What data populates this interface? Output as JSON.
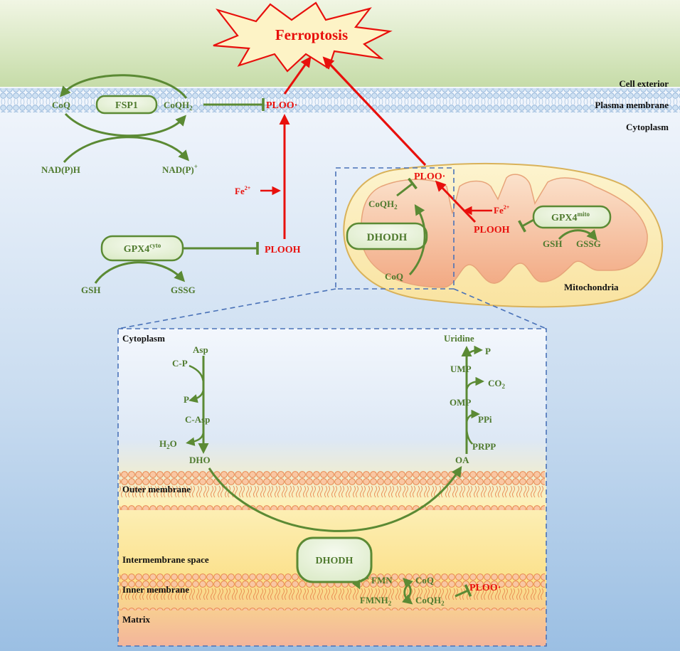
{
  "colors": {
    "green": "#5b8a34",
    "red": "#e8100c",
    "dashed_box": "#4a72b8",
    "label_text": "#4f7a2e"
  },
  "regions": {
    "cell_exterior": "Cell exterior",
    "plasma_membrane": "Plasma membrane",
    "cytoplasm": "Cytoplasm",
    "mitochondria": "Mitochondria"
  },
  "ferroptosis": "Ferroptosis",
  "fsp1_path": {
    "enzyme": "FSP1",
    "coq": "CoQ",
    "coqh2": "CoQH",
    "coqh2_sub": "2",
    "nadph": "NAD(P)H",
    "nadp": "NAD(P)",
    "nadp_sup": "+"
  },
  "lipid": {
    "ploo": "PLOO·",
    "plooh": "PLOOH",
    "fe": "Fe",
    "fe_sup": "2+"
  },
  "gpx4_cyto": {
    "name": "GPX4",
    "sup": "cyto",
    "gsh": "GSH",
    "gssg": "GSSG"
  },
  "mito": {
    "dhodh": "DHODH",
    "coq": "CoQ",
    "coqh2": "CoQH",
    "coqh2_sub": "2",
    "gpx4": "GPX4",
    "gpx4_sup": "mito",
    "gsh": "GSH",
    "gssg": "GSSG"
  },
  "zoom": {
    "cytoplasm": "Cytoplasm",
    "outer_membrane": "Outer membrane",
    "intermembrane_space": "Intermembrane space",
    "inner_membrane": "Inner membrane",
    "matrix": "Matrix",
    "left_path": {
      "asp": "Asp",
      "cp": "C-P",
      "p": "P",
      "casp": "C-Asp",
      "h2o": "H",
      "h2o_sub": "2",
      "h2o_o": "O",
      "dho": "DHO"
    },
    "right_path": {
      "uridine": "Uridine",
      "p": "P",
      "ump": "UMP",
      "co2": "CO",
      "co2_sub": "2",
      "omp": "OMP",
      "ppi": "PPi",
      "prpp": "PRPP",
      "oa": "OA"
    },
    "dhodh": "DHODH",
    "fmn": "FMN",
    "fmnh2": "FMNH",
    "fmnh2_sub": "2",
    "coq": "CoQ",
    "coqh2": "CoQH",
    "coqh2_sub": "2",
    "ploo": "PLOO·"
  }
}
